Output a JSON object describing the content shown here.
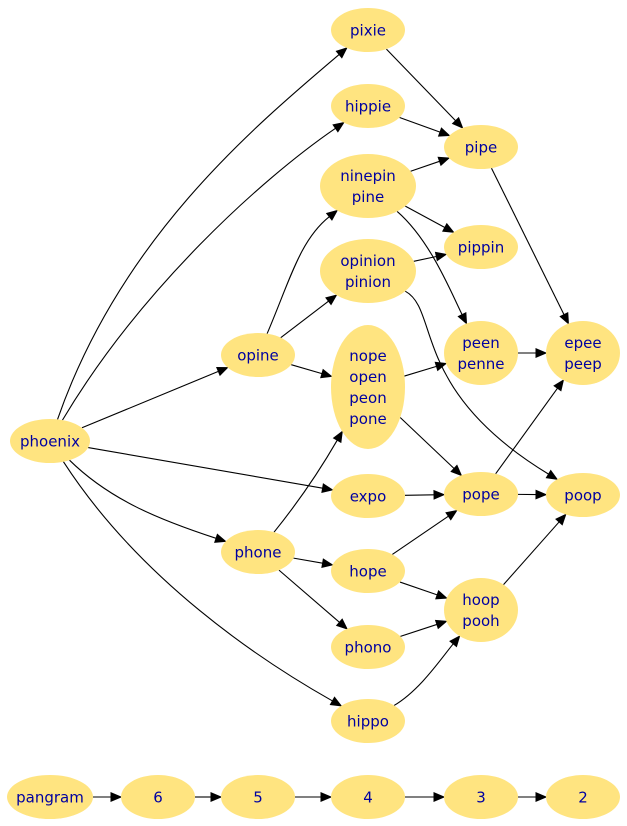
{
  "graph": {
    "nodes": [
      {
        "id": "pixie",
        "lines": [
          "pixie"
        ]
      },
      {
        "id": "hippie",
        "lines": [
          "hippie"
        ]
      },
      {
        "id": "pipe",
        "lines": [
          "pipe"
        ]
      },
      {
        "id": "ninepin",
        "lines": [
          "ninepin",
          "pine"
        ]
      },
      {
        "id": "pippin",
        "lines": [
          "pippin"
        ]
      },
      {
        "id": "opinion",
        "lines": [
          "opinion",
          "pinion"
        ]
      },
      {
        "id": "opine",
        "lines": [
          "opine"
        ]
      },
      {
        "id": "peen",
        "lines": [
          "peen",
          "penne"
        ]
      },
      {
        "id": "epee",
        "lines": [
          "epee",
          "peep"
        ]
      },
      {
        "id": "nope",
        "lines": [
          "nope",
          "open",
          "peon",
          "pone"
        ]
      },
      {
        "id": "phoenix",
        "lines": [
          "phoenix"
        ]
      },
      {
        "id": "expo",
        "lines": [
          "expo"
        ]
      },
      {
        "id": "pope",
        "lines": [
          "pope"
        ]
      },
      {
        "id": "poop",
        "lines": [
          "poop"
        ]
      },
      {
        "id": "phone",
        "lines": [
          "phone"
        ]
      },
      {
        "id": "hope",
        "lines": [
          "hope"
        ]
      },
      {
        "id": "hoop",
        "lines": [
          "hoop",
          "pooh"
        ]
      },
      {
        "id": "phono",
        "lines": [
          "phono"
        ]
      },
      {
        "id": "hippo",
        "lines": [
          "hippo"
        ]
      },
      {
        "id": "pangram",
        "lines": [
          "pangram"
        ]
      },
      {
        "id": "n6",
        "lines": [
          "6"
        ]
      },
      {
        "id": "n5",
        "lines": [
          "5"
        ]
      },
      {
        "id": "n4",
        "lines": [
          "4"
        ]
      },
      {
        "id": "n3",
        "lines": [
          "3"
        ]
      },
      {
        "id": "n2",
        "lines": [
          "2"
        ]
      }
    ],
    "edges": [
      {
        "from": "phoenix",
        "to": "pixie"
      },
      {
        "from": "phoenix",
        "to": "hippie"
      },
      {
        "from": "phoenix",
        "to": "opine"
      },
      {
        "from": "phoenix",
        "to": "expo"
      },
      {
        "from": "phoenix",
        "to": "phone"
      },
      {
        "from": "phoenix",
        "to": "hippo"
      },
      {
        "from": "pixie",
        "to": "pipe"
      },
      {
        "from": "hippie",
        "to": "pipe"
      },
      {
        "from": "ninepin",
        "to": "pipe"
      },
      {
        "from": "ninepin",
        "to": "pippin"
      },
      {
        "from": "ninepin",
        "to": "peen"
      },
      {
        "from": "opinion",
        "to": "pippin"
      },
      {
        "from": "opinion",
        "to": "poop"
      },
      {
        "from": "opine",
        "to": "ninepin"
      },
      {
        "from": "opine",
        "to": "opinion"
      },
      {
        "from": "opine",
        "to": "nope"
      },
      {
        "from": "pipe",
        "to": "epee"
      },
      {
        "from": "peen",
        "to": "epee"
      },
      {
        "from": "nope",
        "to": "peen"
      },
      {
        "from": "nope",
        "to": "pope"
      },
      {
        "from": "expo",
        "to": "pope"
      },
      {
        "from": "pope",
        "to": "epee"
      },
      {
        "from": "pope",
        "to": "poop"
      },
      {
        "from": "hoop",
        "to": "poop"
      },
      {
        "from": "phone",
        "to": "nope"
      },
      {
        "from": "phone",
        "to": "hope"
      },
      {
        "from": "phone",
        "to": "phono"
      },
      {
        "from": "hope",
        "to": "pope"
      },
      {
        "from": "hope",
        "to": "hoop"
      },
      {
        "from": "phono",
        "to": "hoop"
      },
      {
        "from": "hippo",
        "to": "hoop"
      },
      {
        "from": "pangram",
        "to": "n6"
      },
      {
        "from": "n6",
        "to": "n5"
      },
      {
        "from": "n5",
        "to": "n4"
      },
      {
        "from": "n4",
        "to": "n3"
      },
      {
        "from": "n3",
        "to": "n2"
      }
    ]
  },
  "colors": {
    "node_fill": "#ffe480",
    "label": "#0000a0",
    "edge": "#000000",
    "background": "#ffffff"
  }
}
